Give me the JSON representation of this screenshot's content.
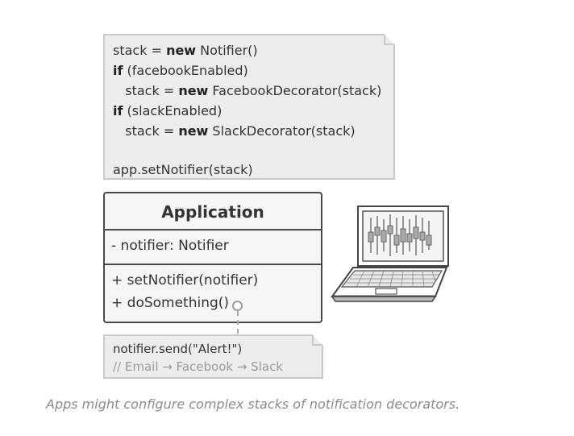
{
  "code_note": {
    "lines": [
      {
        "pre": "stack = ",
        "kw": "new",
        "post": " Notifier()"
      },
      {
        "pre": "",
        "kw": "if",
        "post": " (facebookEnabled)"
      },
      {
        "pre": "   stack = ",
        "kw": "new",
        "post": " FacebookDecorator(stack)"
      },
      {
        "pre": "",
        "kw": "if",
        "post": " (slackEnabled)"
      },
      {
        "pre": "   stack = ",
        "kw": "new",
        "post": " SlackDecorator(stack)"
      },
      {
        "pre": "",
        "kw": "",
        "post": ""
      },
      {
        "pre": "app.setNotifier(stack)",
        "kw": "",
        "post": ""
      }
    ]
  },
  "uml": {
    "class_name": "Application",
    "field": "- notifier: Notifier",
    "methods": [
      "+ setNotifier(notifier)",
      "+ doSomething()"
    ]
  },
  "call_note": {
    "line1": "notifier.send(\"Alert!\")",
    "line2": "// Email → Facebook → Slack"
  },
  "caption": "Apps might configure complex stacks of notification decorators.",
  "colors": {
    "note_fill": "#ececec",
    "note_border": "#c8c8c8",
    "uml_border": "#4a4a4a",
    "comment_text": "#9a9a9a",
    "caption_text": "#8a8a8a"
  },
  "icons": [
    "laptop-icon"
  ]
}
